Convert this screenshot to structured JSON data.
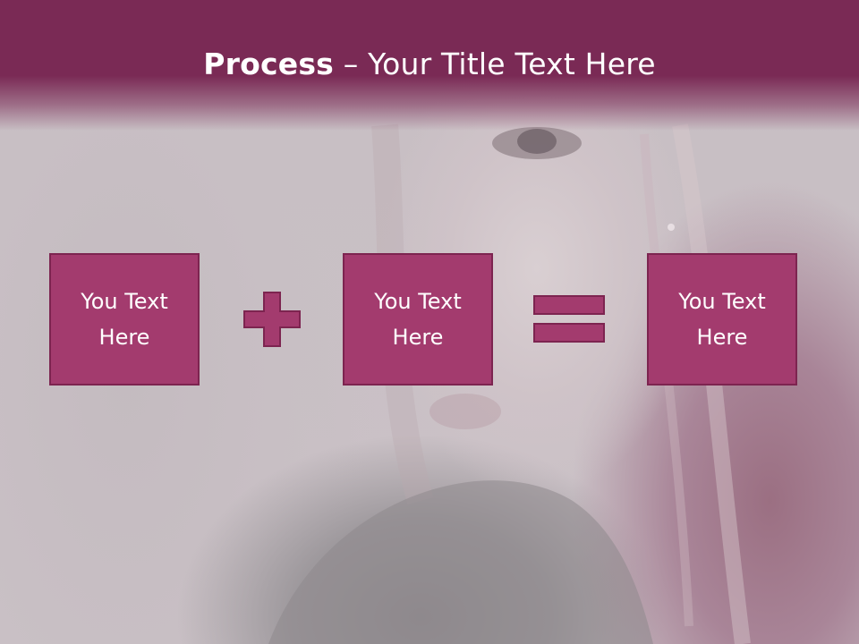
{
  "slide": {
    "title_bold": "Process",
    "title_rest": " – Your Title Text Here",
    "colors": {
      "header": "#7a2a55",
      "box_fill": "#a33b6e",
      "box_border": "#7d2450",
      "text": "#ffffff"
    },
    "boxes": [
      {
        "label": "You Text\nHere"
      },
      {
        "label": "You Text\nHere"
      },
      {
        "label": "You Text\nHere"
      }
    ],
    "operators": {
      "first": "plus-icon",
      "second": "equals-icon"
    }
  }
}
